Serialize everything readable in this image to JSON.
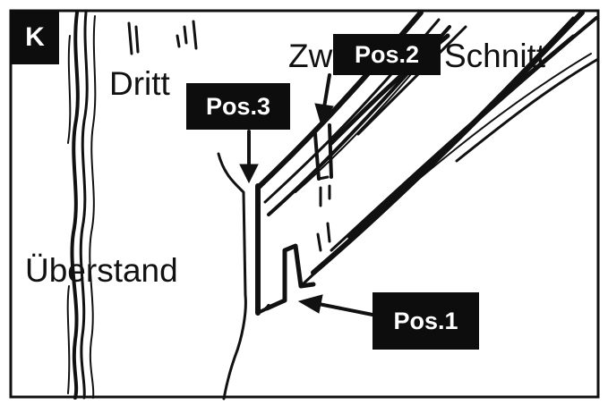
{
  "panel_letter": "K",
  "labels": {
    "dritt": "Dritt",
    "zw": "Zw",
    "schnitt": "Schnitt",
    "ueberstand": "Überstand"
  },
  "positions": {
    "pos1": "Pos.1",
    "pos2": "Pos.2",
    "pos3": "Pos.3"
  },
  "colors": {
    "ink": "#111111",
    "tag_background": "#0d0d0d",
    "tag_text": "#ffffff",
    "background": "#ffffff"
  }
}
